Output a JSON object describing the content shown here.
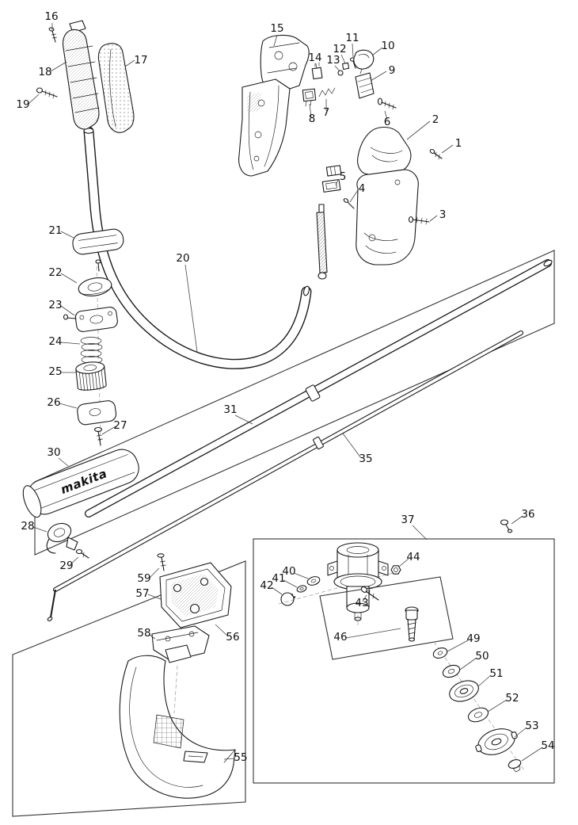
{
  "diagram": {
    "brand_label": "makita",
    "ink_color": "#1a1a1a",
    "background_color": "#ffffff"
  },
  "part_labels": {
    "p1": "1",
    "p2": "2",
    "p3": "3",
    "p4": "4",
    "p5": "5",
    "p6": "6",
    "p7": "7",
    "p8": "8",
    "p9": "9",
    "p10": "10",
    "p11": "11",
    "p12": "12",
    "p13": "13",
    "p14": "14",
    "p15": "15",
    "p16": "16",
    "p17": "17",
    "p18": "18",
    "p19": "19",
    "p20": "20",
    "p21": "21",
    "p22": "22",
    "p23": "23",
    "p24": "24",
    "p25": "25",
    "p26": "26",
    "p27": "27",
    "p28": "28",
    "p29": "29",
    "p30": "30",
    "p31": "31",
    "p35": "35",
    "p36": "36",
    "p37": "37",
    "p40": "40",
    "p41": "41",
    "p42": "42",
    "p43": "43",
    "p44": "44",
    "p46": "46",
    "p49": "49",
    "p50": "50",
    "p51": "51",
    "p52": "52",
    "p53": "53",
    "p54": "54",
    "p55": "55",
    "p56": "56",
    "p57": "57",
    "p58": "58",
    "p59": "59"
  }
}
